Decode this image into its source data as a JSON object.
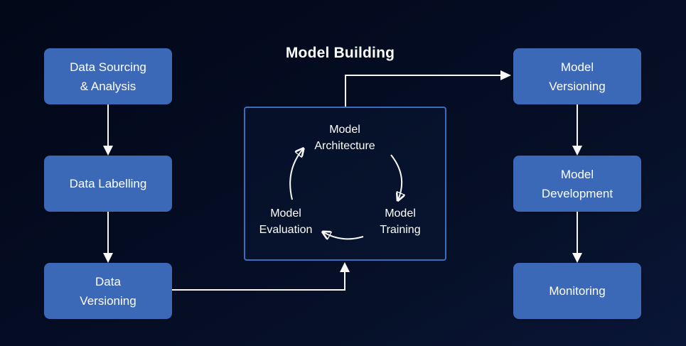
{
  "title": "Model Building",
  "pipeline": {
    "left_column": [
      {
        "id": "data-sourcing-analysis",
        "label": "Data Sourcing\n& Analysis"
      },
      {
        "id": "data-labelling",
        "label": "Data Labelling"
      },
      {
        "id": "data-versioning",
        "label": "Data\nVersioning"
      }
    ],
    "right_column": [
      {
        "id": "model-versioning",
        "label": "Model\nVersioning"
      },
      {
        "id": "model-development",
        "label": "Model\nDevelopment"
      },
      {
        "id": "monitoring",
        "label": "Monitoring"
      }
    ],
    "cycle": {
      "architecture": "Model\nArchitecture",
      "training": "Model\nTraining",
      "evaluation": "Model\nEvaluation"
    },
    "flow": [
      "data-sourcing-analysis -> data-labelling",
      "data-labelling -> data-versioning",
      "data-versioning -> model-building",
      "model-building -> model-versioning",
      "model-versioning -> model-development",
      "model-development -> monitoring",
      "cycle: architecture -> training -> evaluation -> architecture"
    ]
  },
  "colors": {
    "background_dark": "#030a1e",
    "background_light": "#0a1638",
    "node_fill": "#3c68b8",
    "cycle_border": "#3b6cc0",
    "arrow": "#f8f8f8",
    "text": "#ffffff"
  }
}
